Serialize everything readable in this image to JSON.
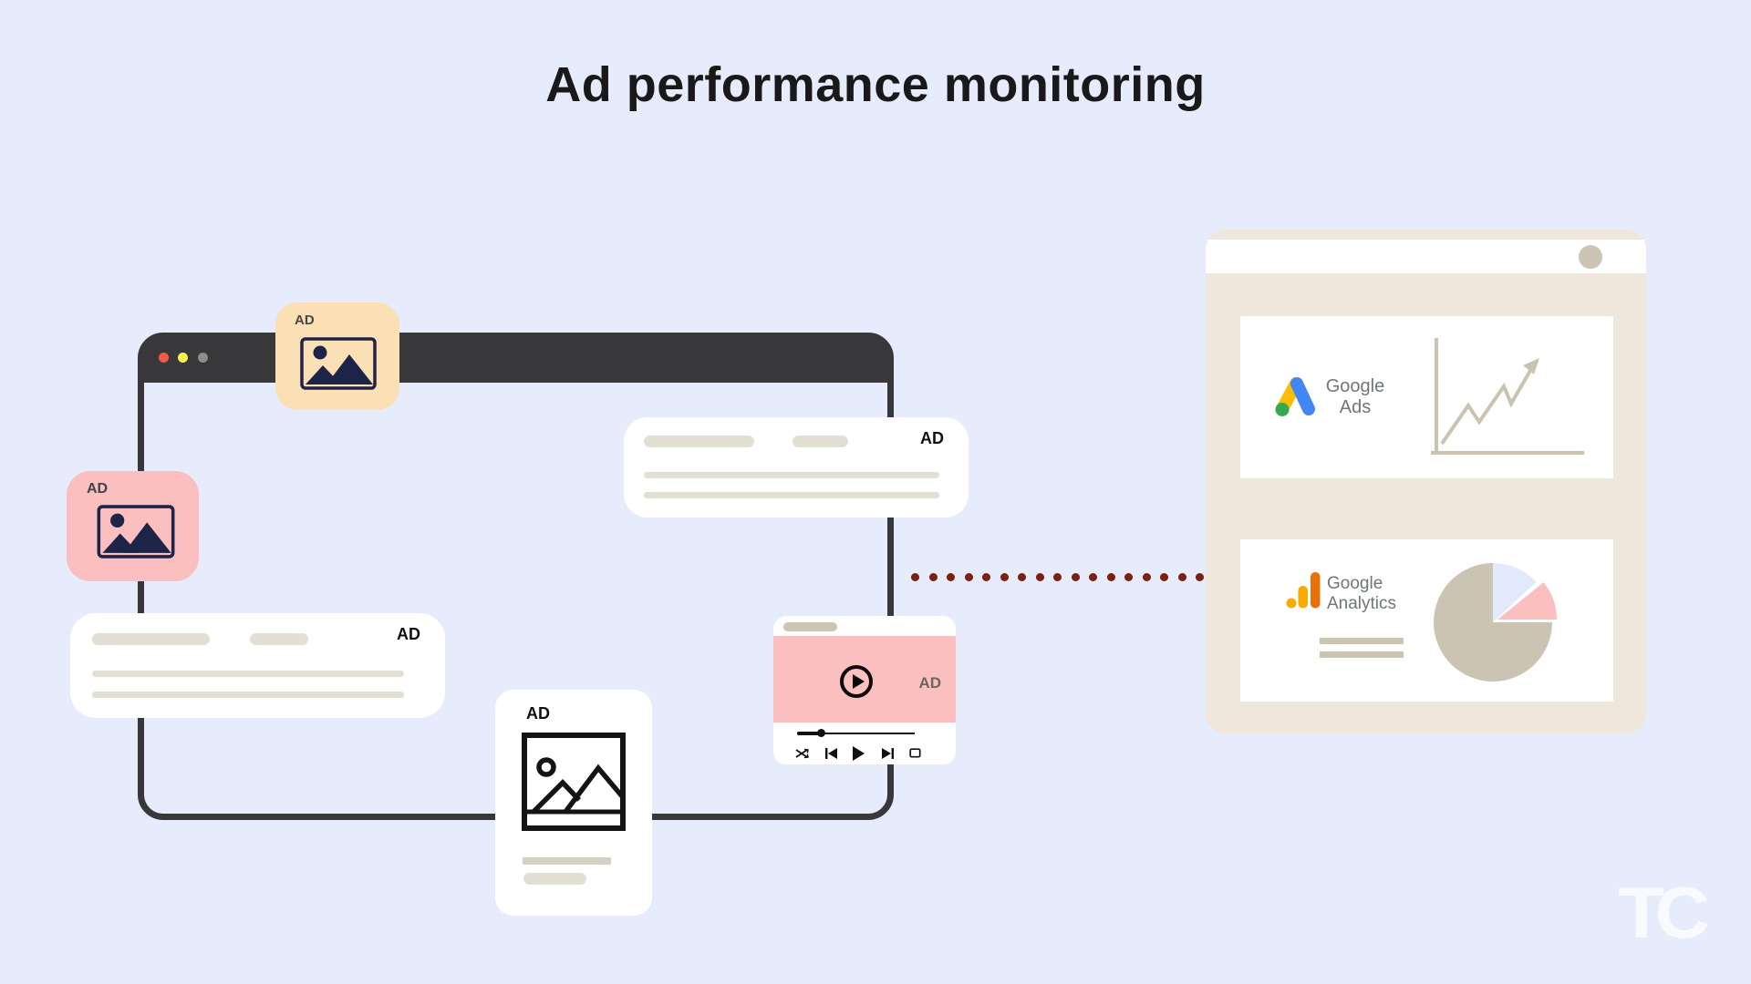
{
  "title": "Ad performance monitoring",
  "watermark": "TC",
  "browser_window": {
    "traffic_lights": [
      {
        "name": "close",
        "color": "#F4574E"
      },
      {
        "name": "minimize",
        "color": "#F6F14D"
      },
      {
        "name": "maximize",
        "color": "#8D8D8D"
      }
    ]
  },
  "ad_cards": {
    "image_ad_top": {
      "label": "AD"
    },
    "image_ad_left": {
      "label": "AD"
    },
    "text_ad_left": {
      "label": "AD"
    },
    "text_ad_top": {
      "label": "AD"
    },
    "video_ad": {
      "label": "AD"
    },
    "display_ad_bottom": {
      "label": "AD"
    }
  },
  "connector": {
    "dot_count": 17,
    "dot_color": "#7A2112"
  },
  "analytics_panel": {
    "google_ads": {
      "brand_line1": "Google",
      "brand_line2": "Ads"
    },
    "google_analytics": {
      "brand_line1": "Google",
      "brand_line2": "Analytics"
    },
    "trend_chart": {
      "type": "line",
      "description": "upward zigzag trend with arrow",
      "color": "#CBC3B0"
    },
    "pie_chart": {
      "type": "pie",
      "slices": [
        {
          "name": "primary",
          "color": "#CBC4B2",
          "angle_deg": 270
        },
        {
          "name": "secondary",
          "color": "#E3E9FC",
          "angle_deg": 47
        },
        {
          "name": "tertiary",
          "color": "#FBBFBF",
          "angle_deg": 40
        }
      ]
    }
  },
  "brand_colors": {
    "google_blue": "#4285F4",
    "google_yellow": "#FBBC04",
    "google_green": "#34A853",
    "analytics_orange_light": "#F9AB00",
    "analytics_orange_dark": "#E8710A"
  },
  "palette": {
    "background": "#E7ECFC",
    "browser_chrome": "#38383A",
    "card_orange": "#FBE0B6",
    "card_pink": "#FBBFBF",
    "navy_icon": "#1E2448",
    "beige_panel": "#EFE7DC",
    "taupe": "#CBC3B0",
    "placeholder_line": "#E4DFD4",
    "connector_maroon": "#7A2112"
  }
}
